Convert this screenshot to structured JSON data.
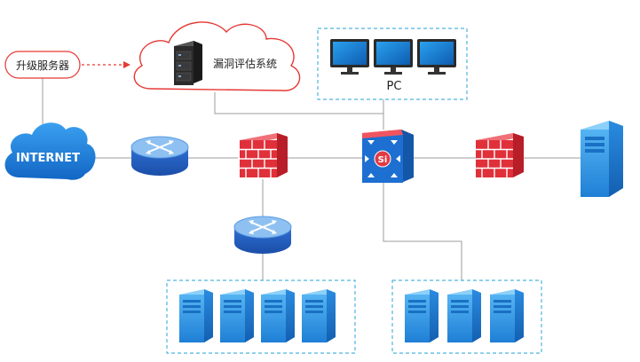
{
  "labels": {
    "upgrade_server": "升级服务器",
    "vuln_system": "漏洞评估系统",
    "internet": "INTERNET",
    "pc": "PC",
    "switch_badge": "Si"
  },
  "colors": {
    "link_line": "#9e9e9e",
    "cloud_stroke": "#e53935",
    "dashed_arrow": "#e53935",
    "dashed_box": "#4fb3e0",
    "internet_cloud": "#1e88e5",
    "router_body": "#2f6fd3",
    "router_top": "#8ec1f2",
    "firewall_red": "#e0303a",
    "switch_blue": "#1d6fd1",
    "server_blue": "#2f8fe0",
    "monitor_dark": "#2a2a2a",
    "monitor_screen": "#1b86d6"
  }
}
